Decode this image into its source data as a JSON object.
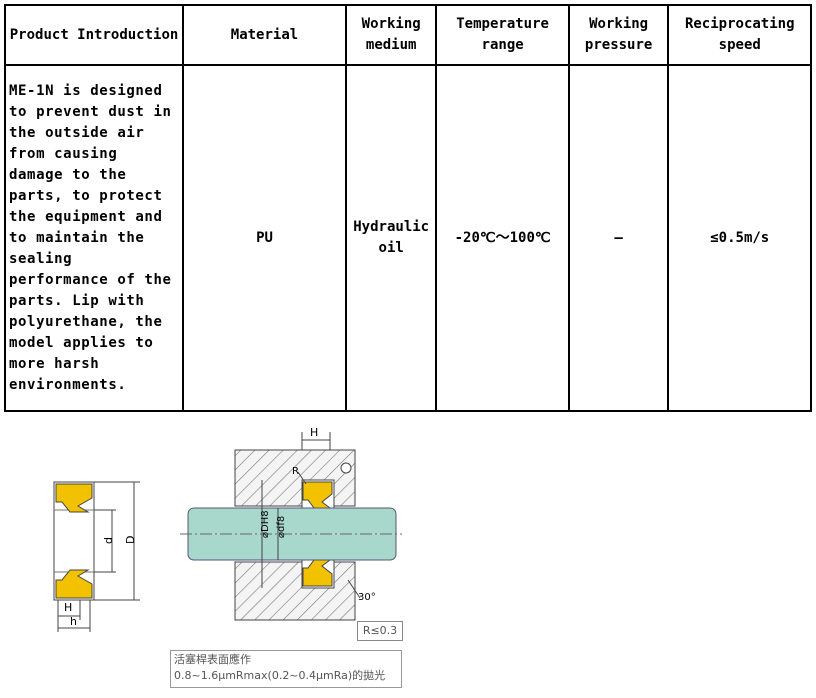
{
  "table": {
    "headers": [
      "Product Introduction",
      "Material",
      "Working medium",
      "Temperature range",
      "Working pressure",
      "Reciprocating speed"
    ],
    "row": {
      "introduction": "ME-1N is designed to prevent dust in the outside air from causing damage to the parts, to protect the equipment and to maintain the sealing performance of the parts. Lip with polyurethane, the model applies to more harsh environments.",
      "material": "PU",
      "medium": "Hydraulic oil",
      "temperature": "-20℃～100℃",
      "pressure": "—",
      "speed": "≤0.5m/s"
    }
  },
  "diagram": {
    "labels": {
      "H_top": "H",
      "R": "R",
      "dh8": "⌀DH8",
      "df8": "⌀df8",
      "angle": "30°",
      "d": "d",
      "D": "D",
      "H_bottom": "H",
      "h": "h"
    },
    "roughness": "R≤0.3",
    "note": "活塞桿表面應作0.8~1.6μmRmax(0.2~0.4μmRa)的拋光",
    "colors": {
      "seal": "#f2c200",
      "rod": "#a8d8cc",
      "hatch": "#777777"
    }
  }
}
